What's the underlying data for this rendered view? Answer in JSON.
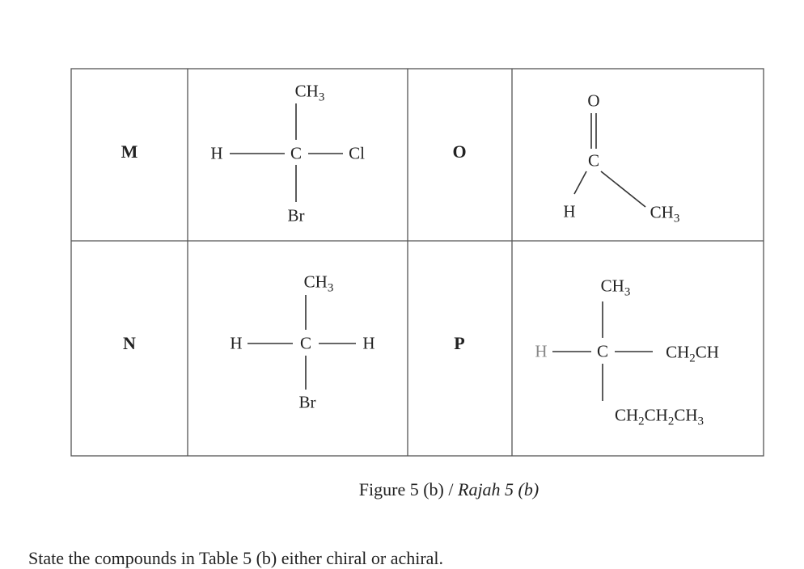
{
  "table": {
    "M": {
      "label": "M",
      "top": "CH3",
      "left": "H",
      "center": "C",
      "right": "Cl",
      "bottom": "Br"
    },
    "O": {
      "label": "O",
      "oxygen": "O",
      "carbon": "C",
      "left": "H",
      "right": "CH3"
    },
    "N": {
      "label": "N",
      "top": "CH3",
      "left": "H",
      "center": "C",
      "right": "H",
      "bottom": "Br"
    },
    "P": {
      "label": "P",
      "top": "CH3",
      "left": "H",
      "center": "C",
      "right": "CH2CH",
      "bottom": "CH2CH2CH3"
    }
  },
  "caption": {
    "main": "Figure 5 (b) / ",
    "italic": "Rajah 5 (b)"
  },
  "question": "State the compounds in Table 5 (b) either chiral or achiral."
}
